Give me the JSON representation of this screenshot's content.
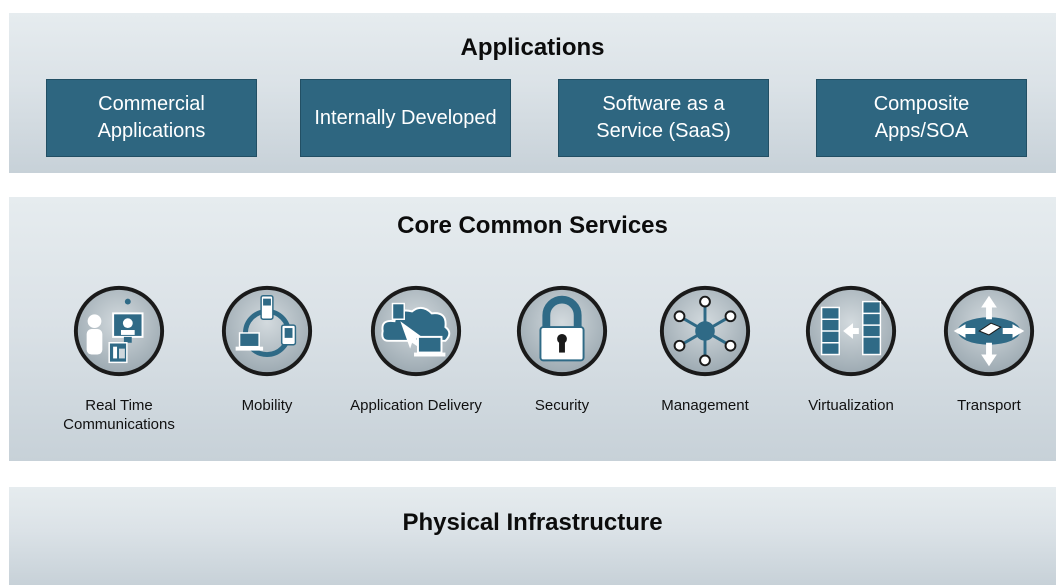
{
  "applications": {
    "title": "Applications",
    "items": [
      {
        "label": "Commercial Applications"
      },
      {
        "label": "Internally Developed"
      },
      {
        "label": "Software as a Service (SaaS)"
      },
      {
        "label": "Composite Apps/SOA"
      }
    ]
  },
  "core_services": {
    "title": "Core Common Services",
    "items": [
      {
        "label": "Real Time Communications",
        "icon": "real-time-communications-icon"
      },
      {
        "label": "Mobility",
        "icon": "mobility-icon"
      },
      {
        "label": "Application Delivery",
        "icon": "application-delivery-icon"
      },
      {
        "label": "Security",
        "icon": "security-lock-icon"
      },
      {
        "label": "Management",
        "icon": "management-hub-icon"
      },
      {
        "label": "Virtualization",
        "icon": "virtualization-icon"
      },
      {
        "label": "Transport",
        "icon": "transport-icon"
      }
    ]
  },
  "physical": {
    "title": "Physical Infrastructure"
  },
  "colors": {
    "app_box": "#2e6680",
    "icon_ring": "#2f6a86",
    "icon_face": "#b9c3c9",
    "band": "#dbe2e7"
  }
}
